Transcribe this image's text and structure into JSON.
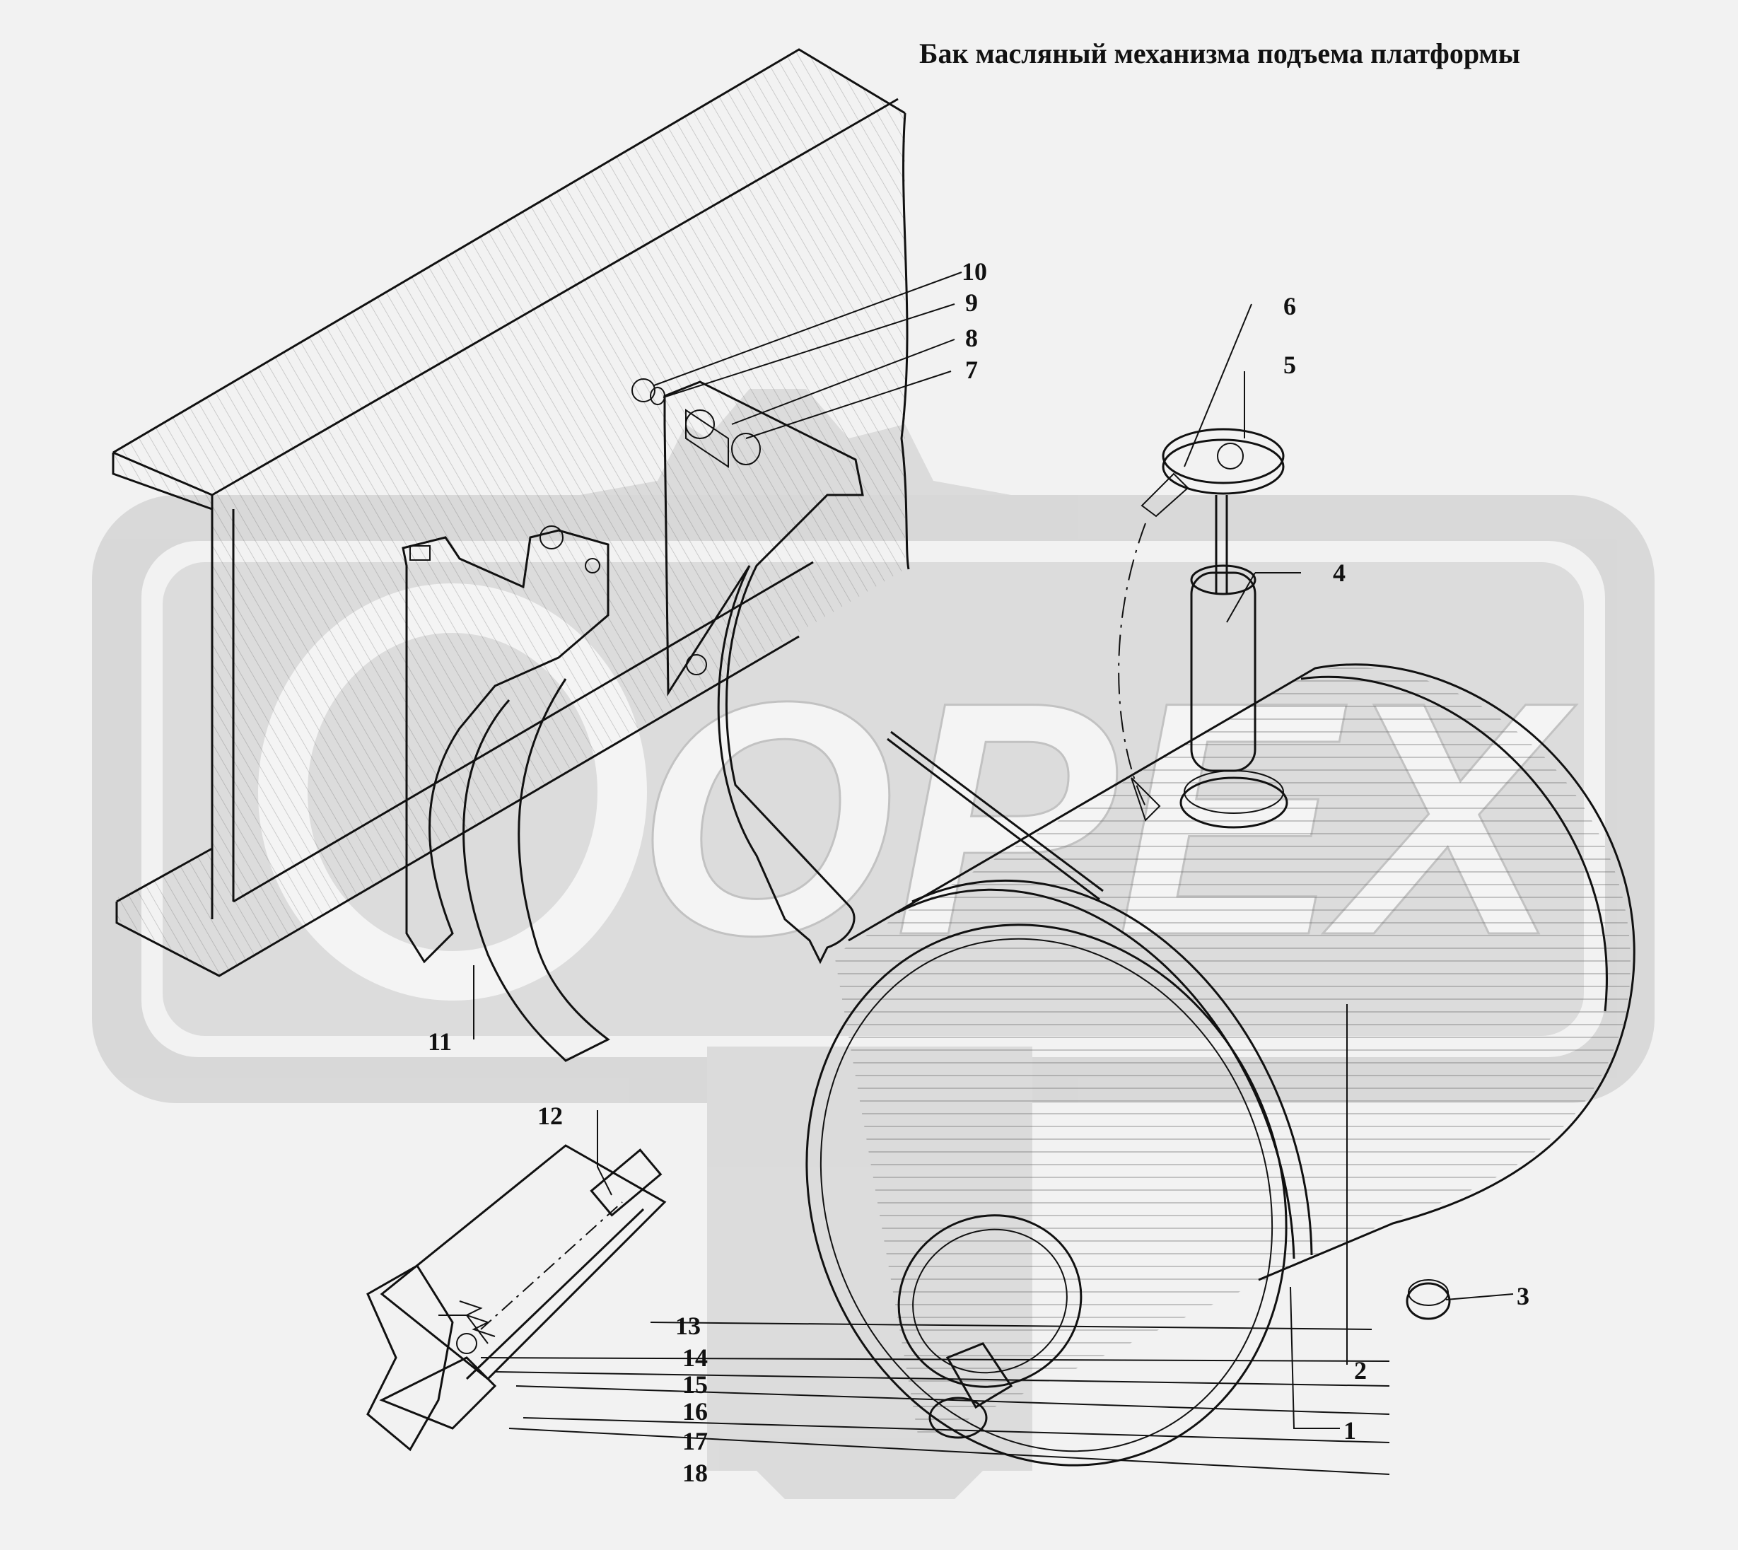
{
  "title": "Бак масляный механизма подъема платформы",
  "callouts": [
    {
      "id": "1",
      "label": "1"
    },
    {
      "id": "2",
      "label": "2"
    },
    {
      "id": "3",
      "label": "3"
    },
    {
      "id": "4",
      "label": "4"
    },
    {
      "id": "5",
      "label": "5"
    },
    {
      "id": "6",
      "label": "6"
    },
    {
      "id": "7",
      "label": "7"
    },
    {
      "id": "8",
      "label": "8"
    },
    {
      "id": "9",
      "label": "9"
    },
    {
      "id": "10",
      "label": "10"
    },
    {
      "id": "11",
      "label": "11"
    },
    {
      "id": "12",
      "label": "12"
    },
    {
      "id": "13",
      "label": "13"
    },
    {
      "id": "14",
      "label": "14"
    },
    {
      "id": "15",
      "label": "15"
    },
    {
      "id": "16",
      "label": "16"
    },
    {
      "id": "17",
      "label": "17"
    },
    {
      "id": "18",
      "label": "18"
    }
  ],
  "watermark": "OPEX"
}
